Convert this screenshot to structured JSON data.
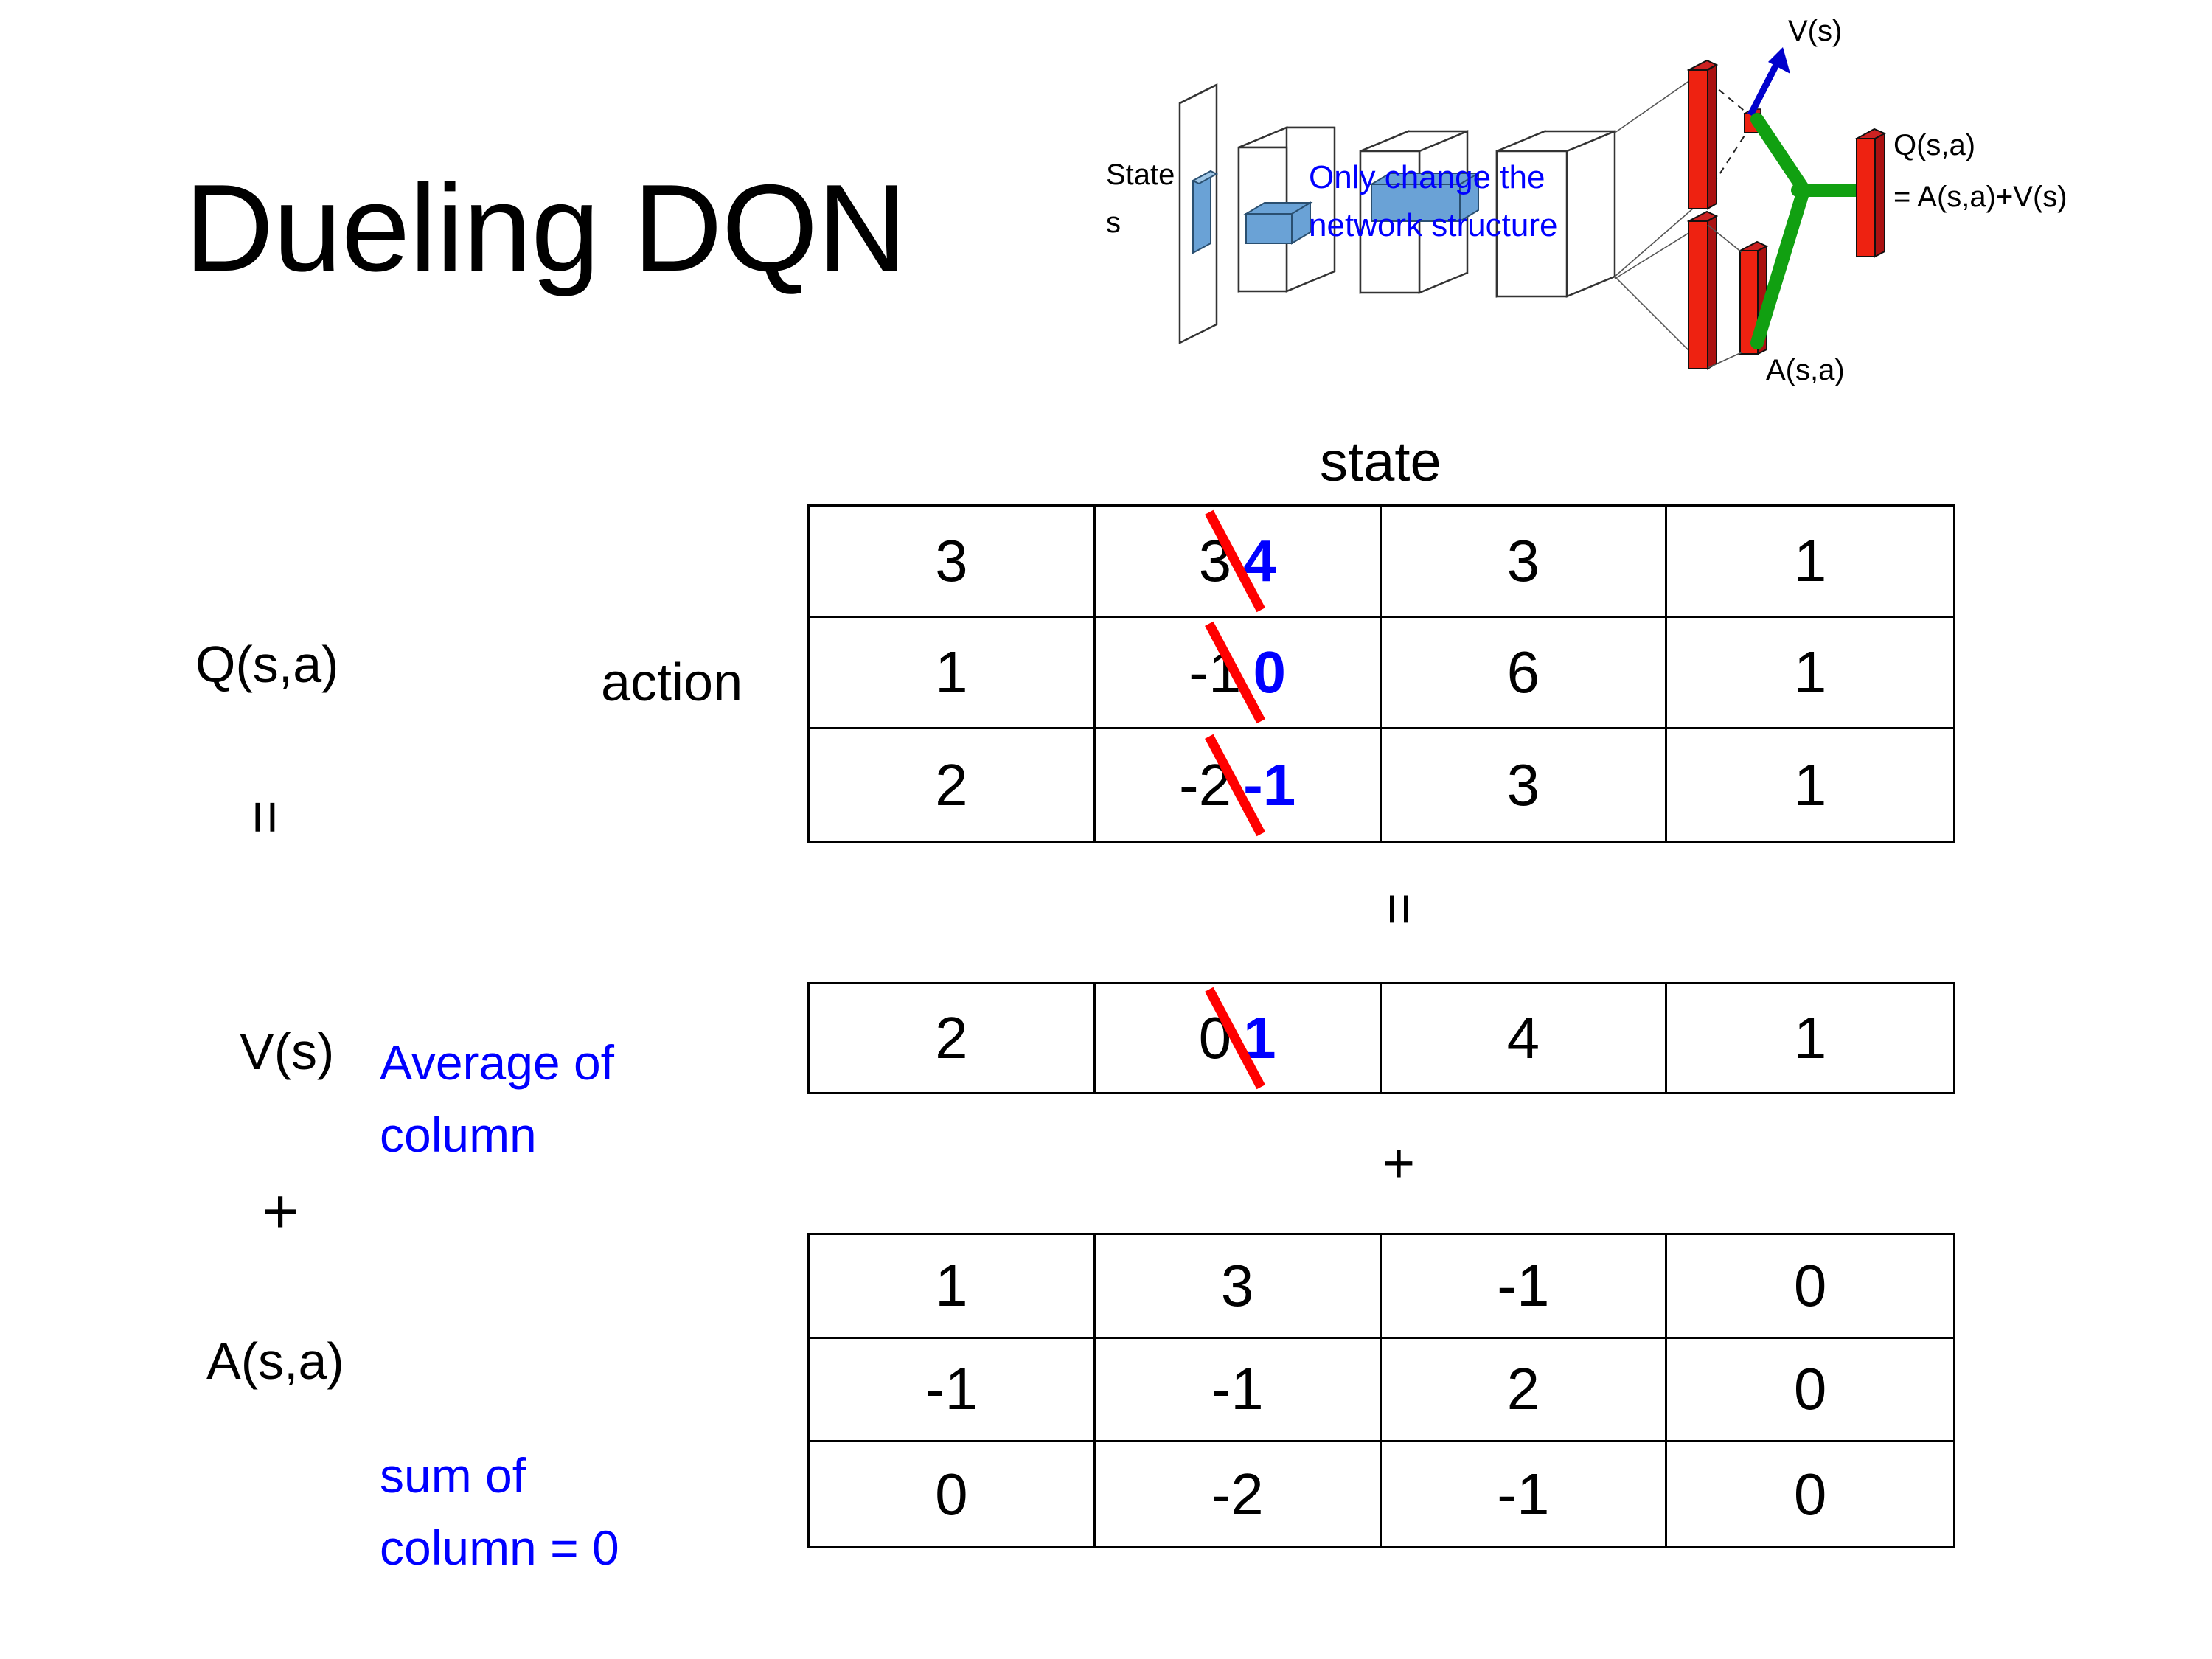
{
  "slide": {
    "title": "Dueling DQN"
  },
  "diagram": {
    "state_label_line1": "State",
    "state_label_line2": "s",
    "note_line1": "Only change the",
    "note_line2": "network structure",
    "v_label": "V(s)",
    "a_label": "A(s,a)",
    "q_label_line1": "Q(s,a)",
    "q_label_line2": "= A(s,a)+V(s)",
    "colors": {
      "note": "#0000ff",
      "arrow": "#0000cc",
      "bar": "#ee1111",
      "merge": "#11a011",
      "input": "#6699cc"
    }
  },
  "labels": {
    "state_header": "state",
    "action": "action",
    "q_label": "Q(s,a)",
    "v_label": "V(s)",
    "a_label": "A(s,a)",
    "equals_left_q_v": "=",
    "plus_left_v_a": "+",
    "equals_center": "=",
    "plus_center": "+",
    "note_avg_line1": "Average of",
    "note_avg_line2": "column",
    "note_sum_line1": "sum of",
    "note_sum_line2": "column = 0",
    "note_color": "#0000ff",
    "edit_new_color": "#0000ff",
    "strike_color": "#ff0000"
  },
  "chart_data": {
    "type": "table",
    "title": "Dueling DQN decomposition Q(s,a) = V(s) + A(s,a)",
    "xlabel": "state",
    "ylabel": "action",
    "tables": [
      {
        "name": "Q(s,a)",
        "rows": [
          [
            {
              "value": "3"
            },
            {
              "value": "3",
              "struck": true,
              "new_value": "4"
            },
            {
              "value": "3"
            },
            {
              "value": "1"
            }
          ],
          [
            {
              "value": "1"
            },
            {
              "value": "-1",
              "struck": true,
              "new_value": "0"
            },
            {
              "value": "6"
            },
            {
              "value": "1"
            }
          ],
          [
            {
              "value": "2"
            },
            {
              "value": "-2",
              "struck": true,
              "new_value": "-1"
            },
            {
              "value": "3"
            },
            {
              "value": "1"
            }
          ]
        ]
      },
      {
        "name": "V(s)",
        "rows": [
          [
            {
              "value": "2"
            },
            {
              "value": "0",
              "struck": true,
              "new_value": "1"
            },
            {
              "value": "4"
            },
            {
              "value": "1"
            }
          ]
        ]
      },
      {
        "name": "A(s,a)",
        "rows": [
          [
            {
              "value": "1"
            },
            {
              "value": "3"
            },
            {
              "value": "-1"
            },
            {
              "value": "0"
            }
          ],
          [
            {
              "value": "-1"
            },
            {
              "value": "-1"
            },
            {
              "value": "2"
            },
            {
              "value": "0"
            }
          ],
          [
            {
              "value": "0"
            },
            {
              "value": "-2"
            },
            {
              "value": "-1"
            },
            {
              "value": "0"
            }
          ]
        ]
      }
    ]
  }
}
